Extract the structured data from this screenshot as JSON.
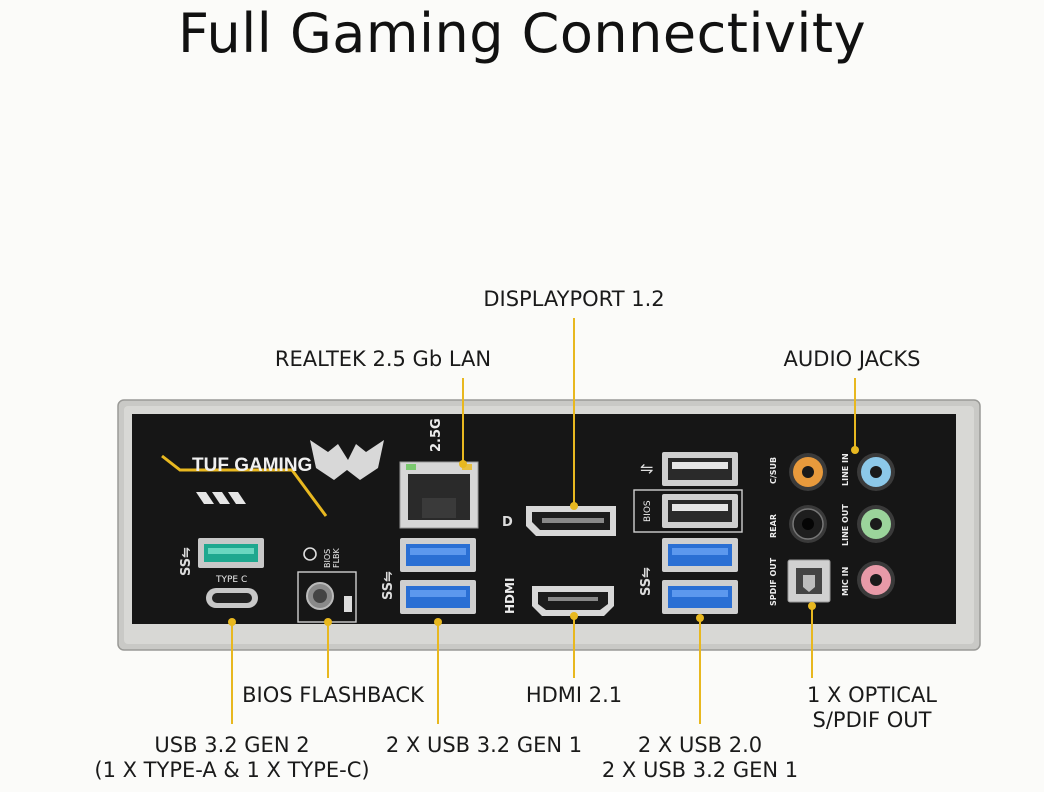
{
  "title": "Full Gaming Connectivity",
  "callouts": {
    "displayport": "DISPLAYPORT 1.2",
    "lan": "REALTEK 2.5 Gb LAN",
    "audio": "AUDIO JACKS",
    "bios_flashback": "BIOS FLASHBACK",
    "hdmi": "HDMI 2.1",
    "optical": [
      "1 X OPTICAL",
      "S/PDIF OUT"
    ],
    "usb32gen2": [
      "USB 3.2 GEN 2",
      "(1 X TYPE-A & 1 X TYPE-C)"
    ],
    "usb32gen1": "2 X USB 3.2 GEN 1",
    "usb_mix": [
      "2 X USB 2.0",
      "2 X USB 3.2 GEN 1"
    ]
  },
  "panel": {
    "brand": "TUF GAMING",
    "lan_speed": "2.5G",
    "type_c": "TYPE C",
    "bios_flbk": [
      "BIOS",
      "FLBK"
    ],
    "hdmi": "HDMI",
    "bios": "BIOS",
    "audio_labels": {
      "csub": "C/SUB",
      "line_in": "LINE IN",
      "rear": "REAR",
      "line_out": "LINE OUT",
      "spdif_out": "SPDIF OUT",
      "mic_in": "MIC IN"
    }
  },
  "colors": {
    "accent_yellow": "#e8b820",
    "usb3_blue": "#2a6fd4",
    "usb_gen2_teal": "#1fa88f",
    "jack_orange": "#e89a3c",
    "jack_blue": "#8cc8e8",
    "jack_green": "#9bd49b",
    "jack_pink": "#e89aa8",
    "panel": "#161616"
  }
}
